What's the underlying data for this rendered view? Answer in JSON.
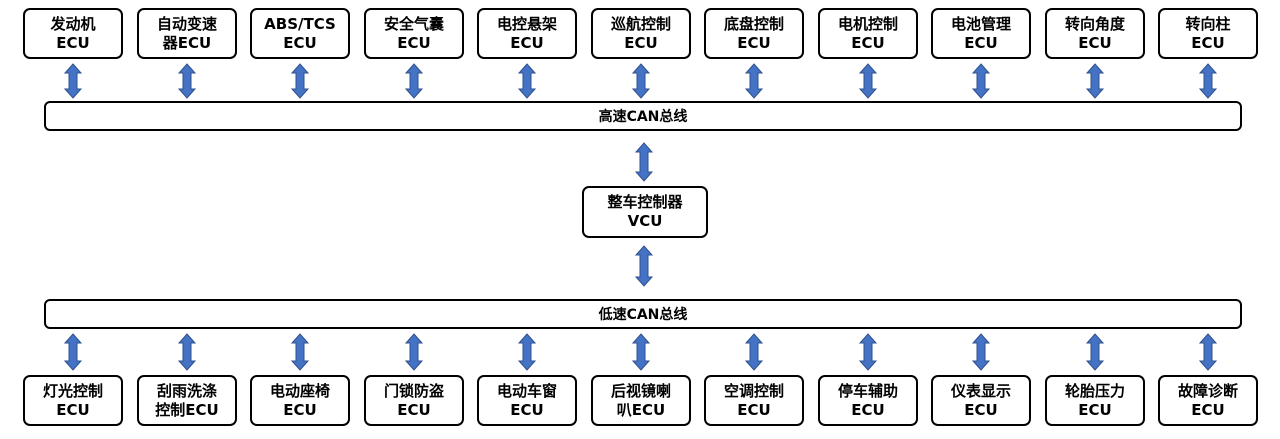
{
  "top_ecus": [
    {
      "line1": "发动机",
      "line2": "ECU"
    },
    {
      "line1": "自动变速",
      "line2": "器ECU"
    },
    {
      "line1": "ABS/TCS",
      "line2": "ECU"
    },
    {
      "line1": "安全气囊",
      "line2": "ECU"
    },
    {
      "line1": "电控悬架",
      "line2": "ECU"
    },
    {
      "line1": "巡航控制",
      "line2": "ECU"
    },
    {
      "line1": "底盘控制",
      "line2": "ECU"
    },
    {
      "line1": "电机控制",
      "line2": "ECU"
    },
    {
      "line1": "电池管理",
      "line2": "ECU"
    },
    {
      "line1": "转向角度",
      "line2": "ECU"
    },
    {
      "line1": "转向柱",
      "line2": "ECU"
    }
  ],
  "high_speed_bus": "高速CAN总线",
  "vcu": {
    "line1": "整车控制器",
    "line2": "VCU"
  },
  "low_speed_bus": "低速CAN总线",
  "bottom_ecus": [
    {
      "line1": "灯光控制",
      "line2": "ECU"
    },
    {
      "line1": "刮雨洗涤",
      "line2": "控制ECU"
    },
    {
      "line1": "电动座椅",
      "line2": "ECU"
    },
    {
      "line1": "门锁防盗",
      "line2": "ECU"
    },
    {
      "line1": "电动车窗",
      "line2": "ECU"
    },
    {
      "line1": "后视镜喇",
      "line2": "叭ECU"
    },
    {
      "line1": "空调控制",
      "line2": "ECU"
    },
    {
      "line1": "停车辅助",
      "line2": "ECU"
    },
    {
      "line1": "仪表显示",
      "line2": "ECU"
    },
    {
      "line1": "轮胎压力",
      "line2": "ECU"
    },
    {
      "line1": "故障诊断",
      "line2": "ECU"
    }
  ],
  "colors": {
    "arrow_fill": "#4472C4",
    "arrow_stroke": "#2F528F",
    "box_border": "#000000"
  }
}
